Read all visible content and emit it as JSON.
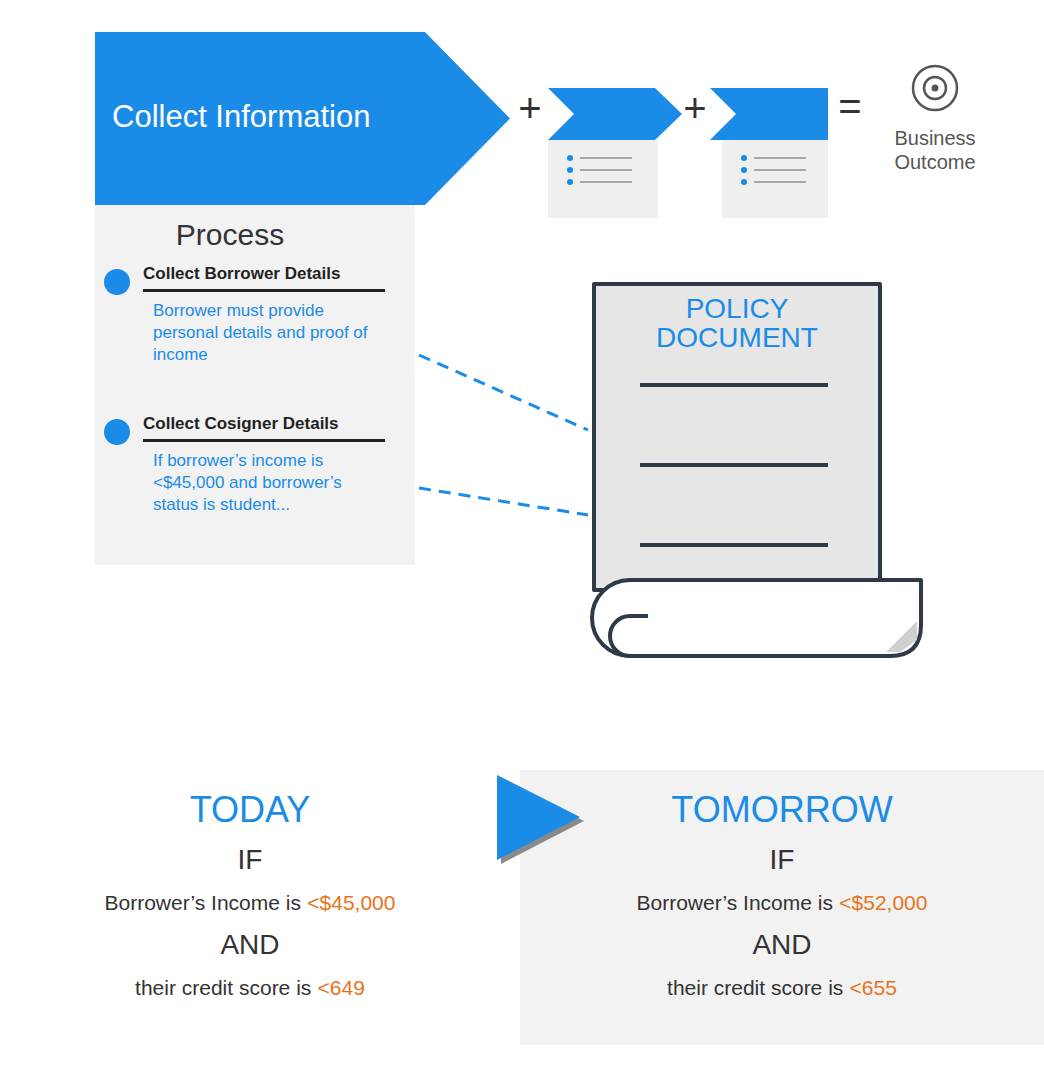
{
  "diagram": {
    "nodes": [
      {
        "text": [
          "Collect Information"
        ]
      },
      {
        "text": [
          "Process",
          "Collect Borrower Details",
          "Borrower must provide personal details and proof of income",
          "Collect Cosigner Details",
          "If borrower’s income is <$45,000 and borrower’s status is student..."
        ]
      },
      {
        "text": [
          "POLICY DOCUMENT"
        ]
      },
      {
        "text": [
          "TOMORROW",
          "IF",
          "Borrower’s Income is",
          "<$52,000",
          "AND",
          "their credit score is",
          "<655"
        ]
      }
    ],
    "edges": [
      {
        "from": 1,
        "to": 2,
        "arrow": "none"
      },
      {
        "from": 1,
        "to": 2,
        "arrow": "none"
      }
    ],
    "labels": [
      "+",
      "+",
      "=",
      "Business Outcome",
      "TODAY",
      "IF",
      "Borrower’s Income is",
      "<$45,000",
      "AND",
      "their credit score is",
      "<649"
    ]
  }
}
